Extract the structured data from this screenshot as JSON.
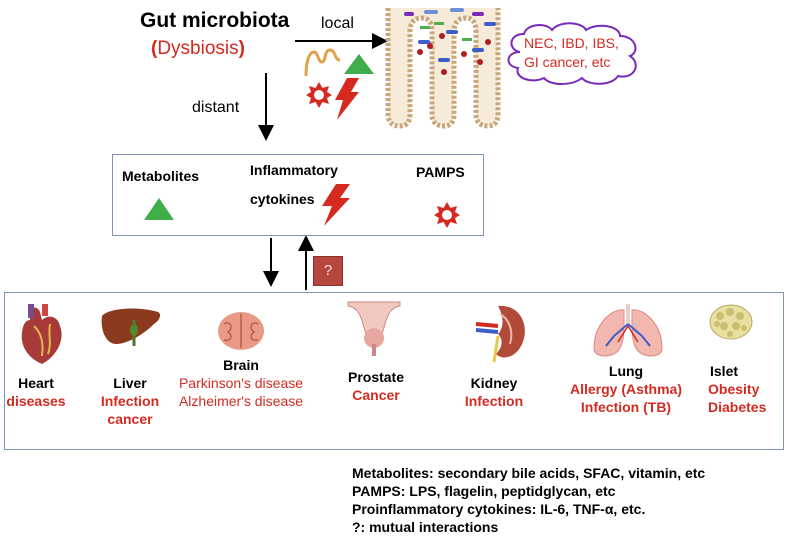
{
  "top": {
    "title": "Gut microbiota",
    "dysbiosis": "Dysbiosis",
    "paren_open": "(",
    "paren_close": ")",
    "local": "local",
    "distant": "distant"
  },
  "cloud": {
    "line1": "NEC, IBD, IBS,",
    "line2": "GI cancer, etc"
  },
  "middle": {
    "metabolites": "Metabolites",
    "inflammatory": "Inflammatory",
    "cytokines": "cytokines",
    "pamps": "PAMPS",
    "question": "?"
  },
  "organs": [
    {
      "name": "Heart",
      "lines": [
        "diseases"
      ]
    },
    {
      "name": "Liver",
      "lines": [
        "Infection",
        "cancer"
      ]
    },
    {
      "name": "Brain",
      "lines": [
        "Parkinson's disease",
        "Alzheimer's disease"
      ]
    },
    {
      "name": "Prostate",
      "lines": [
        "Cancer"
      ]
    },
    {
      "name": "Kidney",
      "lines": [
        "Infection"
      ]
    },
    {
      "name": "Lung",
      "lines": [
        "Allergy (Asthma)",
        "Infection (TB)"
      ]
    },
    {
      "name": "Islet",
      "lines": [
        "Obesity",
        "Diabetes"
      ]
    }
  ],
  "legend": [
    "Metabolites: secondary bile acids, SFAC, vitamin, etc",
    "PAMPS: LPS, flagelin, peptidglycan, etc",
    "Proinflammatory cytokines: IL-6, TNF-α, etc.",
    "?: mutual interactions"
  ],
  "colors": {
    "red": "#d42a20",
    "green": "#3fae4a",
    "cloud_border": "#7a2ab8",
    "box_border": "#7b93bd",
    "question_box": "#b5473f"
  }
}
